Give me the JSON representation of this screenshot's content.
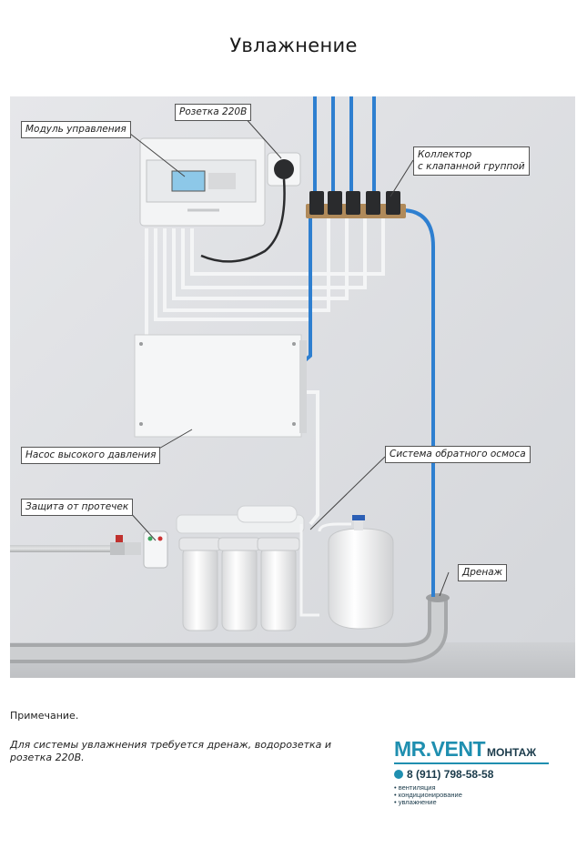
{
  "page": {
    "title": "Увлажнение"
  },
  "callouts": {
    "socket": "Розетка 220В",
    "control_module": "Модуль управления",
    "collector_line1": "Коллектор",
    "collector_line2": "с клапанной группой",
    "pump": "Насос высокого давления",
    "osmosis": "Система обратного осмоса",
    "leak_protection": "Защита от протечек",
    "drain": "Дренаж"
  },
  "note": {
    "title": "Примечание.",
    "body": "Для системы увлажнения требуется дренаж, водорозетка и розетка 220В."
  },
  "logo": {
    "main": "MR.VENT",
    "sub": "МОНТАЖ",
    "phone": "8 (911) 798-58-58",
    "services": [
      "вентиляция",
      "кондиционирование",
      "увлажнение"
    ],
    "color": "#1f8fb0"
  }
}
